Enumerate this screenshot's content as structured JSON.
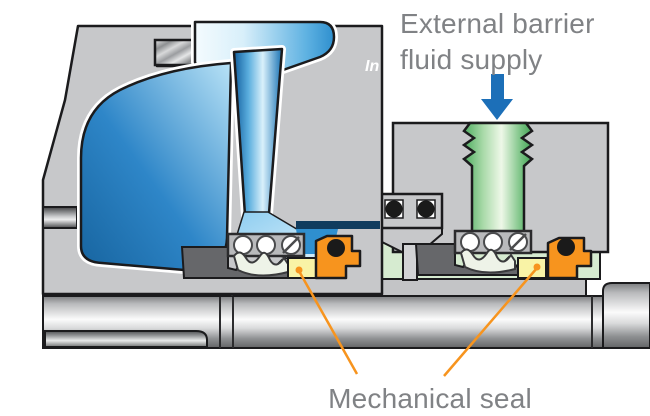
{
  "labels": {
    "barrier_supply_line1": "External barrier",
    "barrier_supply_line2": "fluid supply",
    "mechanical_seal": "Mechanical seal",
    "watermark_fragment": "In"
  },
  "colors": {
    "label_text": "#808285",
    "arrow_blue": "#1c6fb8",
    "leader_orange": "#f7941e",
    "seal_clamp_orange": "#f7941e",
    "seal_face_yellow": "#f9f3a6",
    "barrier_fluid_green": "#d6ebd0",
    "barrier_port_green": "#5cb46c",
    "process_fluid_blue": "#1e72b8",
    "casing_gray": "#c7c8ca",
    "seal_body_gray": "#66676a",
    "outline_black": "#1b1b1d"
  }
}
